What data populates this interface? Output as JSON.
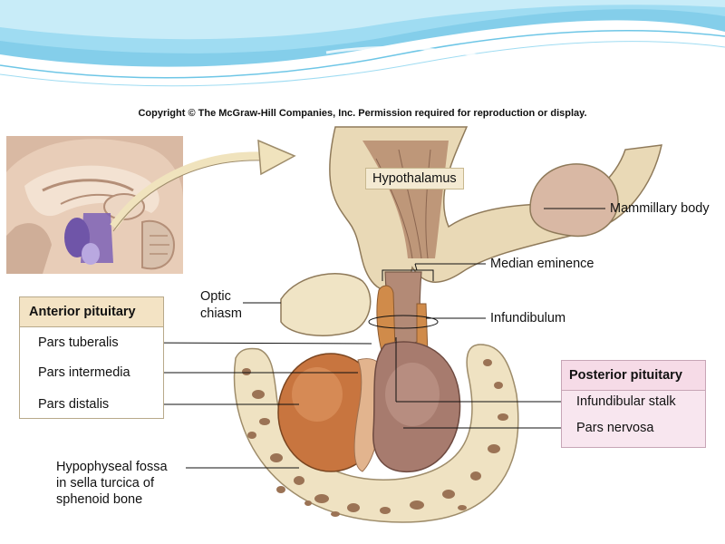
{
  "copyright": "Copyright © The McGraw-Hill Companies, Inc. Permission required for reproduction or display.",
  "labels": {
    "hypothalamus": "Hypothalamus",
    "mammillary_body": "Mammillary body",
    "median_eminence": "Median eminence",
    "optic_chiasm_line1": "Optic",
    "optic_chiasm_line2": "chiasm",
    "infundibulum": "Infundibulum",
    "fossa_line1": "Hypophyseal fossa",
    "fossa_line2": "in sella turcica of",
    "fossa_line3": "sphenoid bone"
  },
  "anterior_box": {
    "title": "Anterior pituitary",
    "items": [
      "Pars tuberalis",
      "Pars intermedia",
      "Pars distalis"
    ]
  },
  "posterior_box": {
    "title": "Posterior pituitary",
    "items": [
      "Infundibular stalk",
      "Pars nervosa"
    ]
  },
  "colors": {
    "header_wave": "#6ec6e6",
    "bone": "#efe2c2",
    "bone_marrow": "#9b7355",
    "brain_tissue": "#e9d9b6",
    "anterior_lobe": "#c8753f",
    "posterior_lobe": "#a77b6e",
    "intermedia": "#e2b48e",
    "anterior_box_header": "#f3e3c4",
    "posterior_box_fill": "#f8e6ef"
  }
}
